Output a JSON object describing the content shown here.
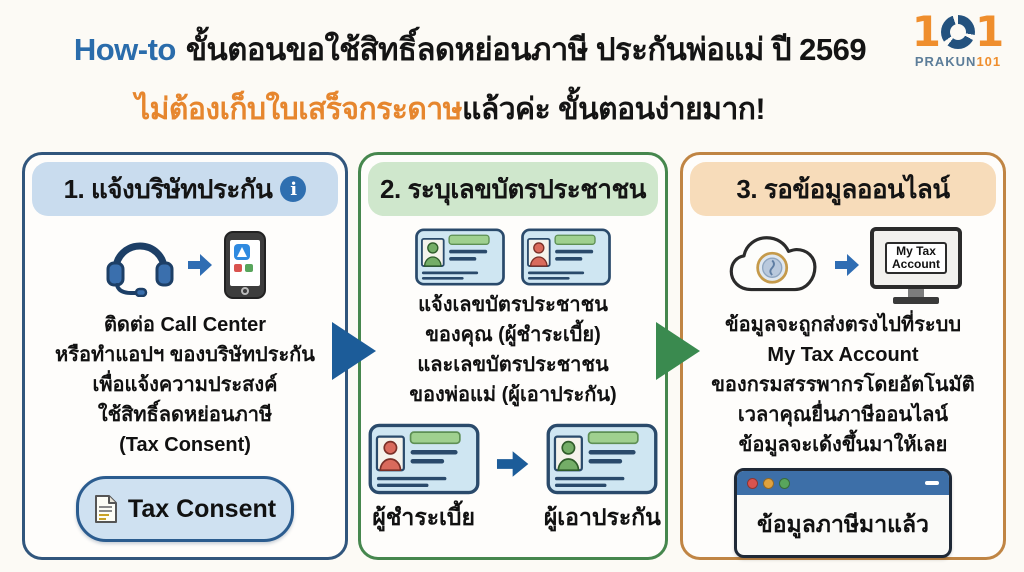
{
  "header": {
    "howto": "How-to",
    "title": "ขั้นตอนขอใช้สิทธิ์ลดหย่อนภาษี ประกันพ่อแม่ ปี 2569",
    "subtitle_highlight": "ไม่ต้องเก็บใบเสร็จกระดาษ",
    "subtitle_rest": "แล้วค่ะ ขั้นตอนง่ายมาก!"
  },
  "logo": {
    "number_left": "1",
    "number_right": "1",
    "brand": "PRAKUN",
    "brand_number": "101"
  },
  "info_symbol": "i",
  "steps": {
    "step1": {
      "title": "1. แจ้งบริษัทประกัน",
      "body": [
        "ติดต่อ Call Center",
        "หรือทำแอปฯ ของบริษัทประกัน",
        "เพื่อแจ้งความประสงค์",
        "ใช้สิทธิ์ลดหย่อนภาษี",
        "(Tax Consent)"
      ],
      "button": "Tax Consent"
    },
    "step2": {
      "title": "2. ระบุเลขบัตรประชาชน",
      "body": [
        "แจ้งเลขบัตรประชาชน",
        "ของคุณ (ผู้ชำระเบี้ย)",
        "และเลขบัตรประชาชน",
        "ของพ่อแม่ (ผู้เอาประกัน)"
      ],
      "payer_label": "ผู้ชำระเบี้ย",
      "insured_label": "ผู้เอาประกัน"
    },
    "step3": {
      "title": "3. รอข้อมูลออนไลน์",
      "monitor_line1": "My Tax",
      "monitor_line2": "Account",
      "body": [
        "ข้อมูลจะถูกส่งตรงไปที่ระบบ",
        "My Tax Account",
        "ของกรมสรรพากรโดยอัตโนมัติ",
        "เวลาคุณยื่นภาษีออนไลน์",
        "ข้อมูลจะเด้งขึ้นมาให้เลย"
      ],
      "browser_message": "ข้อมูลภาษีมาแล้ว"
    }
  },
  "colors": {
    "accent_blue": "#2a6cab",
    "accent_orange": "#e6862e",
    "step1_border": "#31567d",
    "step2_border": "#46874e",
    "step3_border": "#c08544",
    "arrow_blue": "#1c5c99",
    "arrow_green": "#3a8a4f",
    "logo_navy": "#24527e",
    "logo_orange": "#ef8e2d"
  }
}
